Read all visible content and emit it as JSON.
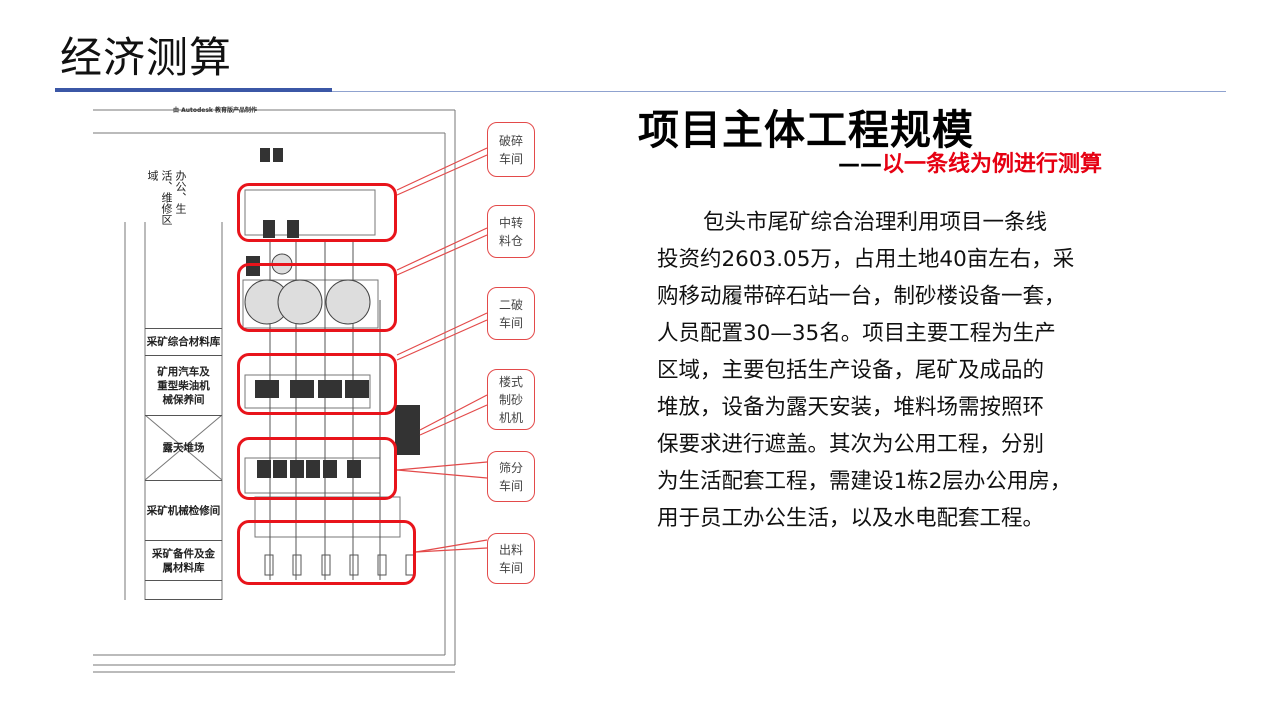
{
  "slide": {
    "title": "经济测算",
    "heading": "项目主体工程规模",
    "subtitle_dash": "——",
    "subtitle_text": "以一条线为例进行测算",
    "paragraph_lines": [
      "包头市尾矿综合治理利用项目一条线",
      "投资约2603.05万，占用土地40亩左右，采",
      "购移动履带碎石站一台，制砂楼设备一套，",
      "人员配置30—35名。项目主要工程为生产",
      "区域，主要包括生产设备，尾矿及成品的",
      "堆放，设备为露天安装，堆料场需按照环",
      "保要求进行遮盖。其次为公用工程，分别",
      "为生活配套工程，需建设1栋2层办公用房，",
      "用于员工办公生活，以及水电配套工程。"
    ]
  },
  "diagram": {
    "watermark": "由 Autodesk 教育版产品制作",
    "office_area": "办公、生活、维修区域",
    "table_labels": [
      "采矿综合材料库",
      "矿用汽车及重型柴油机械保养间",
      "露天堆场",
      "采矿机械检修间",
      "采矿备件及金属材料库"
    ],
    "callouts": [
      {
        "line1": "破碎",
        "line2": "车间"
      },
      {
        "line1": "中转",
        "line2": "料仓"
      },
      {
        "line1": "二破",
        "line2": "车间"
      },
      {
        "line1": "楼式",
        "line2": "制砂",
        "line3": "机机"
      },
      {
        "line1": "筛分",
        "line2": "车间"
      },
      {
        "line1": "出料",
        "line2": "车间"
      }
    ]
  },
  "colors": {
    "accent_blue": "#3b57a6",
    "highlight_red": "#e8141b"
  }
}
